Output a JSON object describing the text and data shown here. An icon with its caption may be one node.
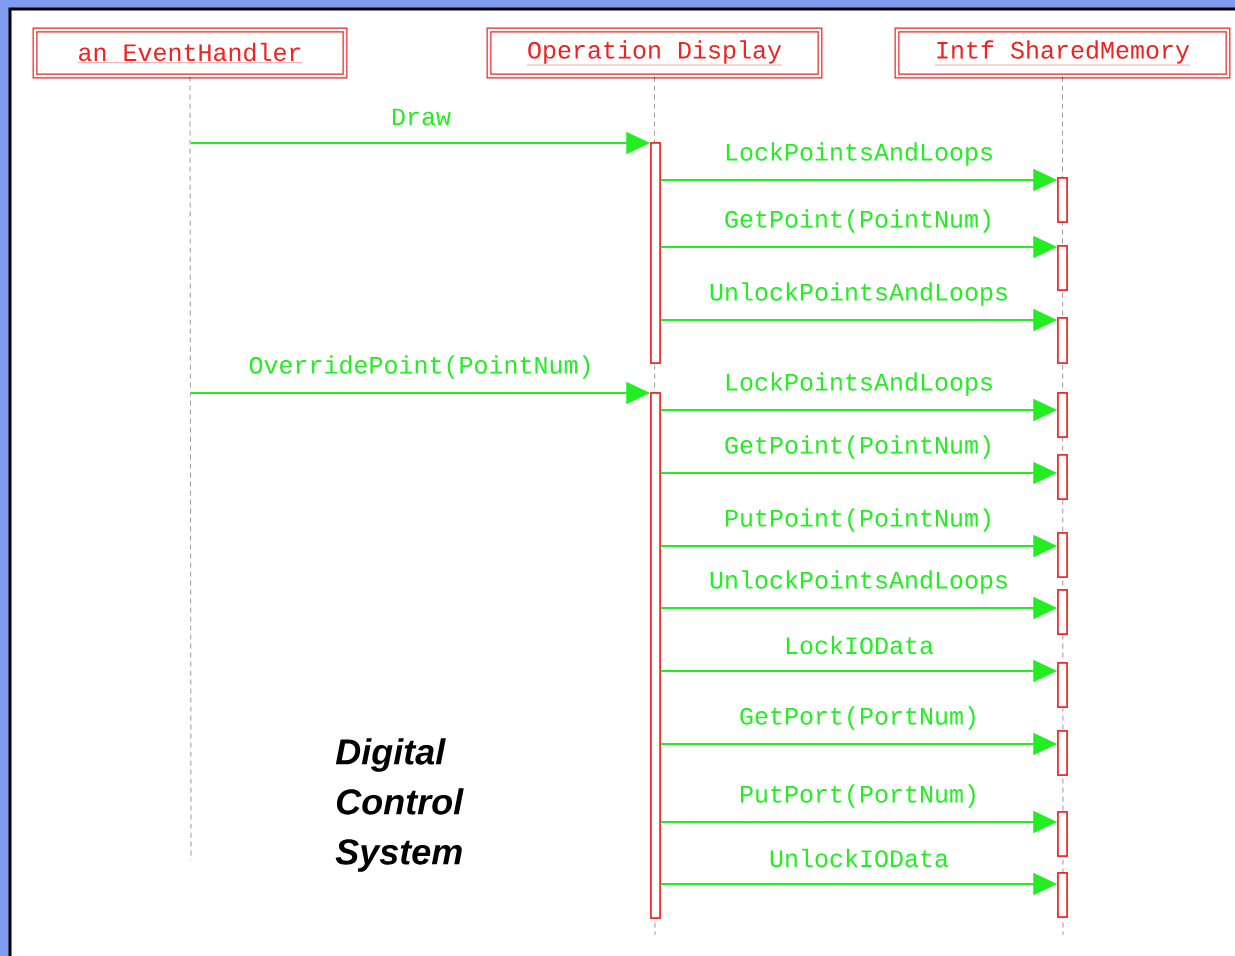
{
  "diagram": {
    "nodes": [
      {
        "text": [
          "an EventHandler"
        ]
      },
      {
        "text": [
          "Operation Display"
        ]
      },
      {
        "text": [
          "Intf SharedMemory"
        ]
      },
      {
        "text": [],
        "shape": "bar"
      },
      {
        "text": [],
        "shape": "bar"
      },
      {
        "text": [],
        "shape": "bar"
      },
      {
        "text": [],
        "shape": "bar"
      },
      {
        "text": [],
        "shape": "bar"
      },
      {
        "text": [],
        "shape": "bar"
      },
      {
        "text": [],
        "shape": "bar"
      },
      {
        "text": [],
        "shape": "bar"
      },
      {
        "text": [],
        "shape": "bar"
      },
      {
        "text": [],
        "shape": "bar"
      },
      {
        "text": [],
        "shape": "bar"
      },
      {
        "text": [],
        "shape": "bar"
      },
      {
        "text": [],
        "shape": "bar"
      }
    ],
    "edges": [
      {
        "from": null,
        "to": 3,
        "arrow": "to",
        "label": "Draw"
      },
      {
        "from": 3,
        "to": 4,
        "arrow": "to",
        "label": "LockPointsAndLoops"
      },
      {
        "from": 3,
        "to": 5,
        "arrow": "to",
        "label": "GetPoint(PointNum)"
      },
      {
        "from": 3,
        "to": 6,
        "arrow": "to",
        "label": "UnlockPointsAndLoops"
      },
      {
        "from": null,
        "to": 7,
        "arrow": "to",
        "label": "OverridePoint(PointNum)"
      },
      {
        "from": 7,
        "to": 8,
        "arrow": "to",
        "label": "LockPointsAndLoops"
      },
      {
        "from": 7,
        "to": 9,
        "arrow": "to",
        "label": "GetPoint(PointNum)"
      },
      {
        "from": 7,
        "to": 10,
        "arrow": "to",
        "label": "PutPoint(PointNum)"
      },
      {
        "from": 7,
        "to": 11,
        "arrow": "to",
        "label": "UnlockPointsAndLoops"
      },
      {
        "from": 7,
        "to": 12,
        "arrow": "to",
        "label": "LockIOData"
      },
      {
        "from": 7,
        "to": 13,
        "arrow": "to",
        "label": "GetPort(PortNum)"
      },
      {
        "from": 7,
        "to": 14,
        "arrow": "to",
        "label": "PutPort(PortNum)"
      },
      {
        "from": 7,
        "to": 15,
        "arrow": "to",
        "label": "UnlockIOData"
      },
      {
        "from": 0,
        "to": null,
        "arrow": "none",
        "style": "dashed",
        "color": "#000000"
      },
      {
        "from": 1,
        "to": null,
        "arrow": "none",
        "style": "dashed",
        "color": "#000000"
      },
      {
        "from": 2,
        "to": null,
        "arrow": "none",
        "style": "dashed",
        "color": "#000000"
      }
    ],
    "labels": [
      "Digital Control System"
    ]
  }
}
